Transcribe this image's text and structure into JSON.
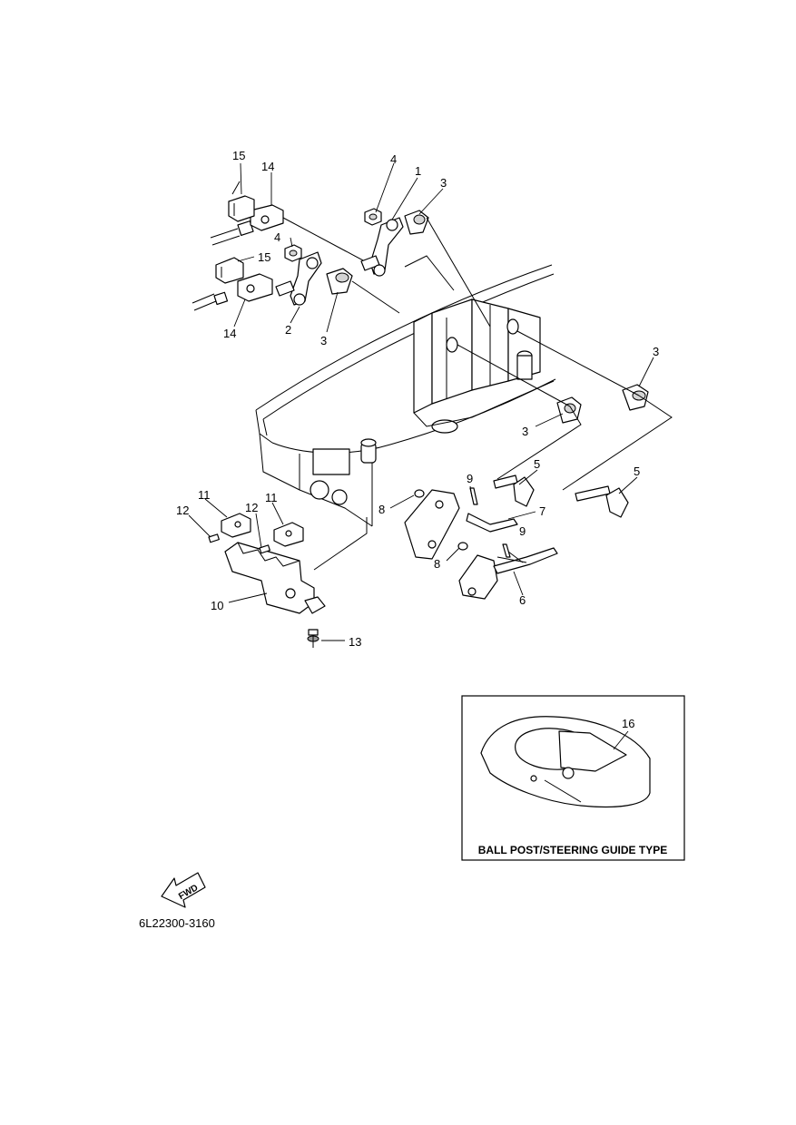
{
  "callouts": {
    "c1": "1",
    "c2": "2",
    "c3a": "3",
    "c3b": "3",
    "c3c": "3",
    "c3d": "3",
    "c4a": "4",
    "c4b": "4",
    "c5a": "5",
    "c5b": "5",
    "c6": "6",
    "c7": "7",
    "c8a": "8",
    "c8b": "8",
    "c9a": "9",
    "c9b": "9",
    "c10": "10",
    "c11a": "11",
    "c11b": "11",
    "c12a": "12",
    "c12b": "12",
    "c13": "13",
    "c14a": "14",
    "c14b": "14",
    "c15a": "15",
    "c15b": "15",
    "c16": "16"
  },
  "inset": {
    "caption": "BALL POST/STEERING GUIDE TYPE"
  },
  "fwd": {
    "label": "FWD"
  },
  "diagram_code": "6L22300-3160"
}
